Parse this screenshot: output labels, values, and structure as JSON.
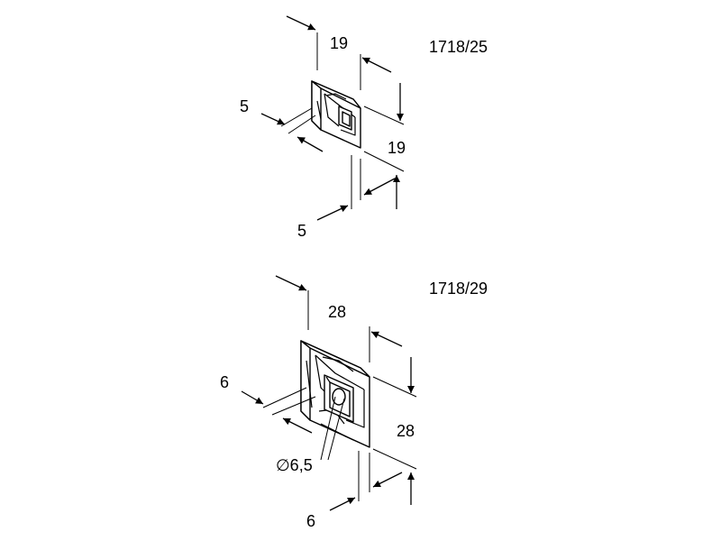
{
  "parts": [
    {
      "id": "upper",
      "article": "1718/25",
      "width": "19",
      "height": "19",
      "thickness_left": "5",
      "thickness_bottom": "5"
    },
    {
      "id": "lower",
      "article": "1718/29",
      "width": "28",
      "height": "28",
      "thickness_left": "6",
      "thickness_bottom": "6",
      "hole": "∅6,5"
    }
  ]
}
